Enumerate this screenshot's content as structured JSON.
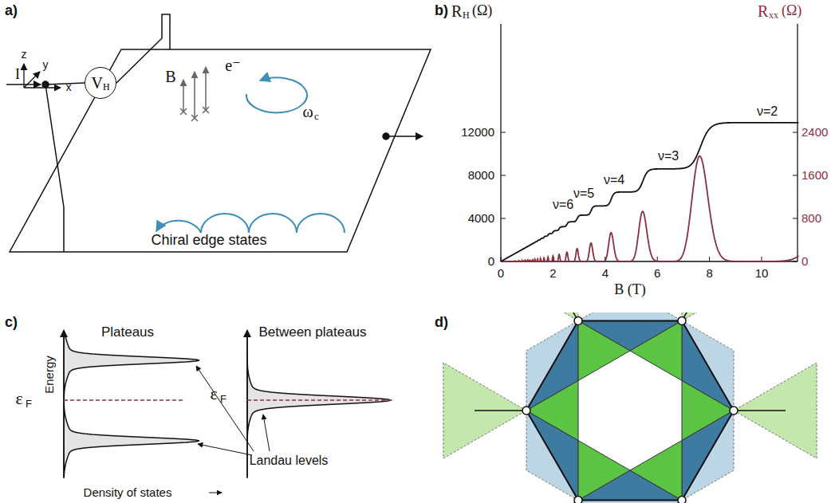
{
  "diagram": {
    "nodes": [
      {
        "text": [
          "V",
          "H"
        ]
      }
    ],
    "labels": [
      "a)",
      "b)",
      "c)",
      "d)",
      "z",
      "y",
      "x",
      "I",
      "B",
      "e⁻",
      "ω",
      "c",
      "Chiral edge states",
      "R",
      "H",
      "(Ω)",
      "R",
      "xx",
      "(Ω)",
      "12000",
      "8000",
      "4000",
      "0",
      "2400",
      "1600",
      "800",
      "0",
      "0",
      "2",
      "4",
      "6",
      "8",
      "10",
      "B (T)",
      "ν=2",
      "ν=3",
      "ν=4",
      "ν=5",
      "ν=6",
      "Plateaus",
      "Between plateaus",
      "Energy",
      "ε",
      "F",
      "ε",
      "F",
      "Landau levels",
      "Density of states"
    ]
  }
}
